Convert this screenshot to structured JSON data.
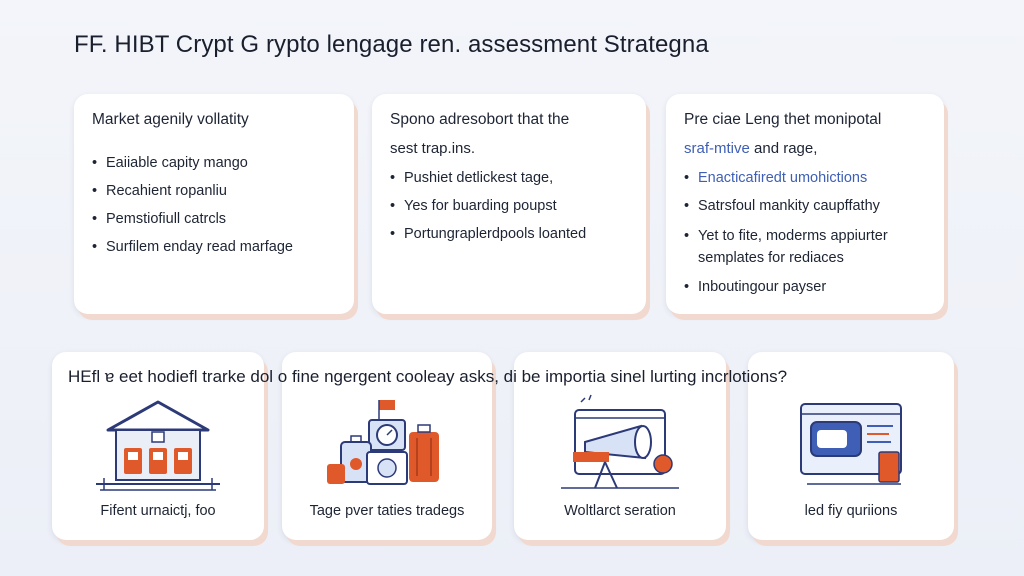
{
  "page": {
    "title": "FF. HIBT Crypt G rypto lengage ren. assessment Strategna"
  },
  "top_cards": [
    {
      "heading": "Market agenily vollatity",
      "subheading": "",
      "bullets": [
        "Eaiiable capity mango",
        "Recahient ropanliu",
        "Pemstiofiull catrcls",
        "Surfilem enday read marfage"
      ]
    },
    {
      "heading": "Spono adresobort that the",
      "subheading": "sest trap.ins.",
      "bullets": [
        "Pushiet detlickest tage,",
        "Yes for buarding poupst",
        "Portungraplerdpools loanted"
      ]
    },
    {
      "heading": "Pre ciae Leng thet monipotal",
      "subheading_accent": "sraf-mtive",
      "subheading_rest": " and rage,",
      "bullets": [
        "Enacticafiredt umohictions",
        "Satrsfoul mankity caupffathy",
        "Yet to fite, moderms appiurter semplates for rediaces",
        "Inboutingour payser"
      ]
    }
  ],
  "question": "HEfl ɐ eet hodiefl trarke dol o fine ngergent cooleay asks, di be importia sinel lurting incrlotions?",
  "bottom_cards": [
    {
      "caption": "Fifent urnaictj, foo",
      "icon": "bank-building-icon"
    },
    {
      "caption": "Tage pver taties tradegs",
      "icon": "luggage-scale-icon"
    },
    {
      "caption": "Woltlarct seration",
      "icon": "telescope-monitor-icon"
    },
    {
      "caption": "led fiy quriions",
      "icon": "card-window-icon"
    }
  ],
  "colors": {
    "background": "#eef1f8",
    "card": "#ffffff",
    "card_shadow": "#f2d9cf",
    "accent_blue": "#3e5fb5",
    "navy": "#2c3a78",
    "orange": "#e0592b"
  }
}
